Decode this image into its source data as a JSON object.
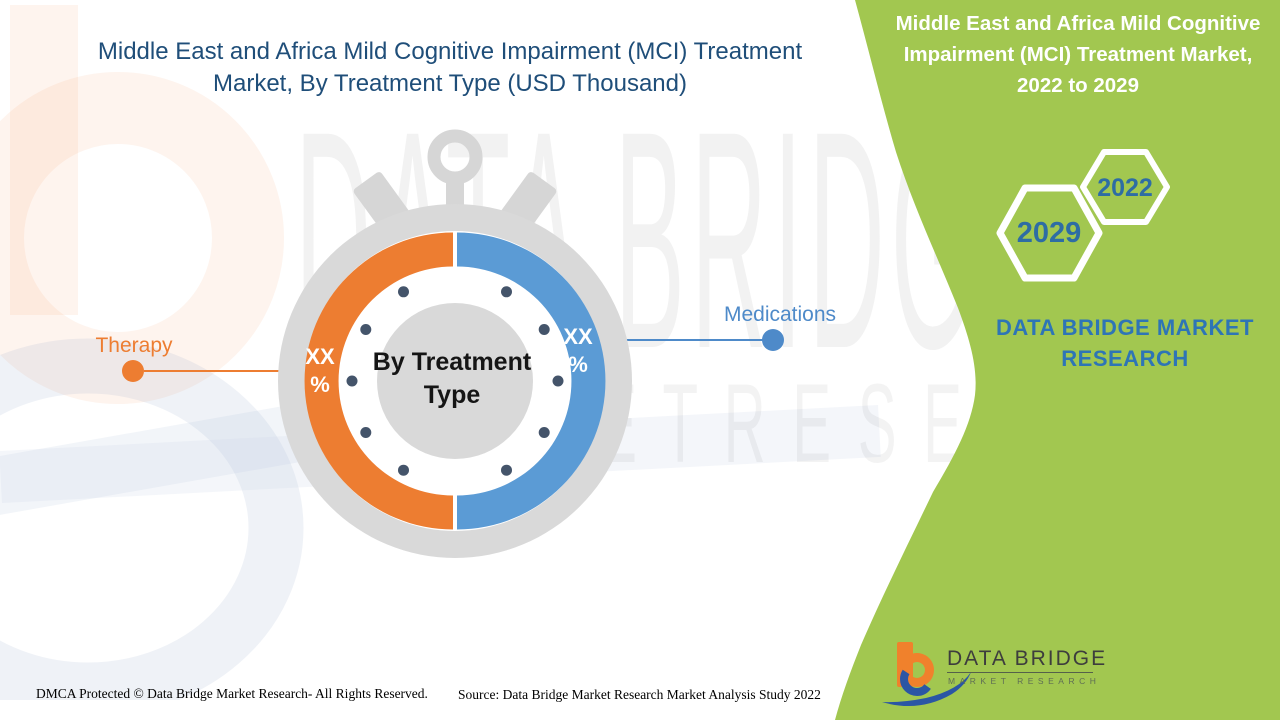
{
  "header": {
    "title_line1": "Middle East and Africa Mild Cognitive Impairment (MCI) Treatment",
    "title_line2": "Market, By Treatment Type (USD Thousand)"
  },
  "watermark": {
    "brand": "DATA BRIDGE",
    "sub": "M A R K E T   R E S E A R C H"
  },
  "chart": {
    "center_line1": "By Treatment",
    "center_line2": "Type",
    "segments": [
      {
        "name": "Therapy",
        "value": "XX",
        "unit": "%",
        "color": "#ED7D31"
      },
      {
        "name": "Medications",
        "value": "XX",
        "unit": "%",
        "color": "#5B9BD5"
      }
    ]
  },
  "chart_data": {
    "type": "pie",
    "donut": true,
    "title": "Middle East and Africa Mild Cognitive Impairment (MCI) Treatment Market, By Treatment Type (USD Thousand)",
    "categories": [
      "Therapy",
      "Medications"
    ],
    "displayed_values": [
      "XX %",
      "XX %"
    ],
    "values": [
      50,
      50
    ],
    "value_note": "Percentages are masked as 'XX %' in the image; segments are drawn as equal halves of the stopwatch ring.",
    "colors": [
      "#ED7D31",
      "#5B9BD5"
    ],
    "center_label": "By Treatment Type",
    "legend_position": "callout-labels"
  },
  "side_panel": {
    "title_line1": "Middle East and Africa Mild Cognitive",
    "title_line2": "Impairment (MCI) Treatment Market,",
    "title_line3": "2022 to 2029",
    "hexagon_back_year": "2029",
    "hexagon_front_year": "2022",
    "brand_line1": "DATA BRIDGE MARKET",
    "brand_line2": "RESEARCH",
    "panel_color": "#A2C750"
  },
  "logo": {
    "name": "DATA BRIDGE",
    "tagline": "MARKET RESEARCH"
  },
  "footer": {
    "dmca": "DMCA Protected © Data Bridge Market Research- All Rights Reserved.",
    "source": "Source: Data Bridge Market Research Market Analysis Study 2022"
  }
}
